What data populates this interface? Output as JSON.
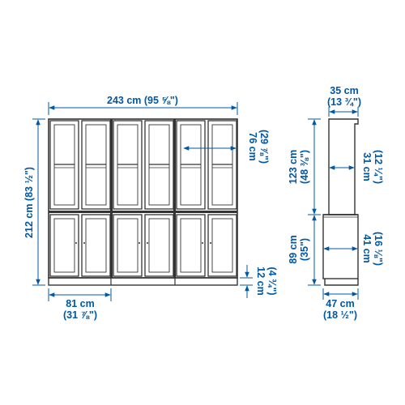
{
  "colors": {
    "dimension": "#0058a3",
    "furniture": "#333333",
    "background": "#ffffff"
  },
  "front_view": {
    "overall_width": "243 cm (95 ⅝\")",
    "overall_height": "212 cm (83 ½\")",
    "upper_door_width_cm": "76 cm",
    "upper_door_width_in": "(29 ⅞\")",
    "base_unit_width_cm": "81 cm",
    "base_unit_width_in": "(31 ⅞\")",
    "plinth_height_cm": "12 cm",
    "plinth_height_in": "(4 ¾\")"
  },
  "side_view": {
    "top_depth_cm": "35 cm",
    "top_depth_in": "(13 ¾\")",
    "upper_height_cm": "123 cm",
    "upper_height_in": "(48 ⅜\")",
    "upper_depth_cm": "31 cm",
    "upper_depth_in": "(12 ¼\")",
    "lower_height_cm": "89 cm",
    "lower_height_in": "(35\")",
    "lower_depth_cm": "41 cm",
    "lower_depth_in": "(16 ⅛\")",
    "bottom_depth_cm": "47 cm",
    "bottom_depth_in": "(18 ½\")"
  }
}
